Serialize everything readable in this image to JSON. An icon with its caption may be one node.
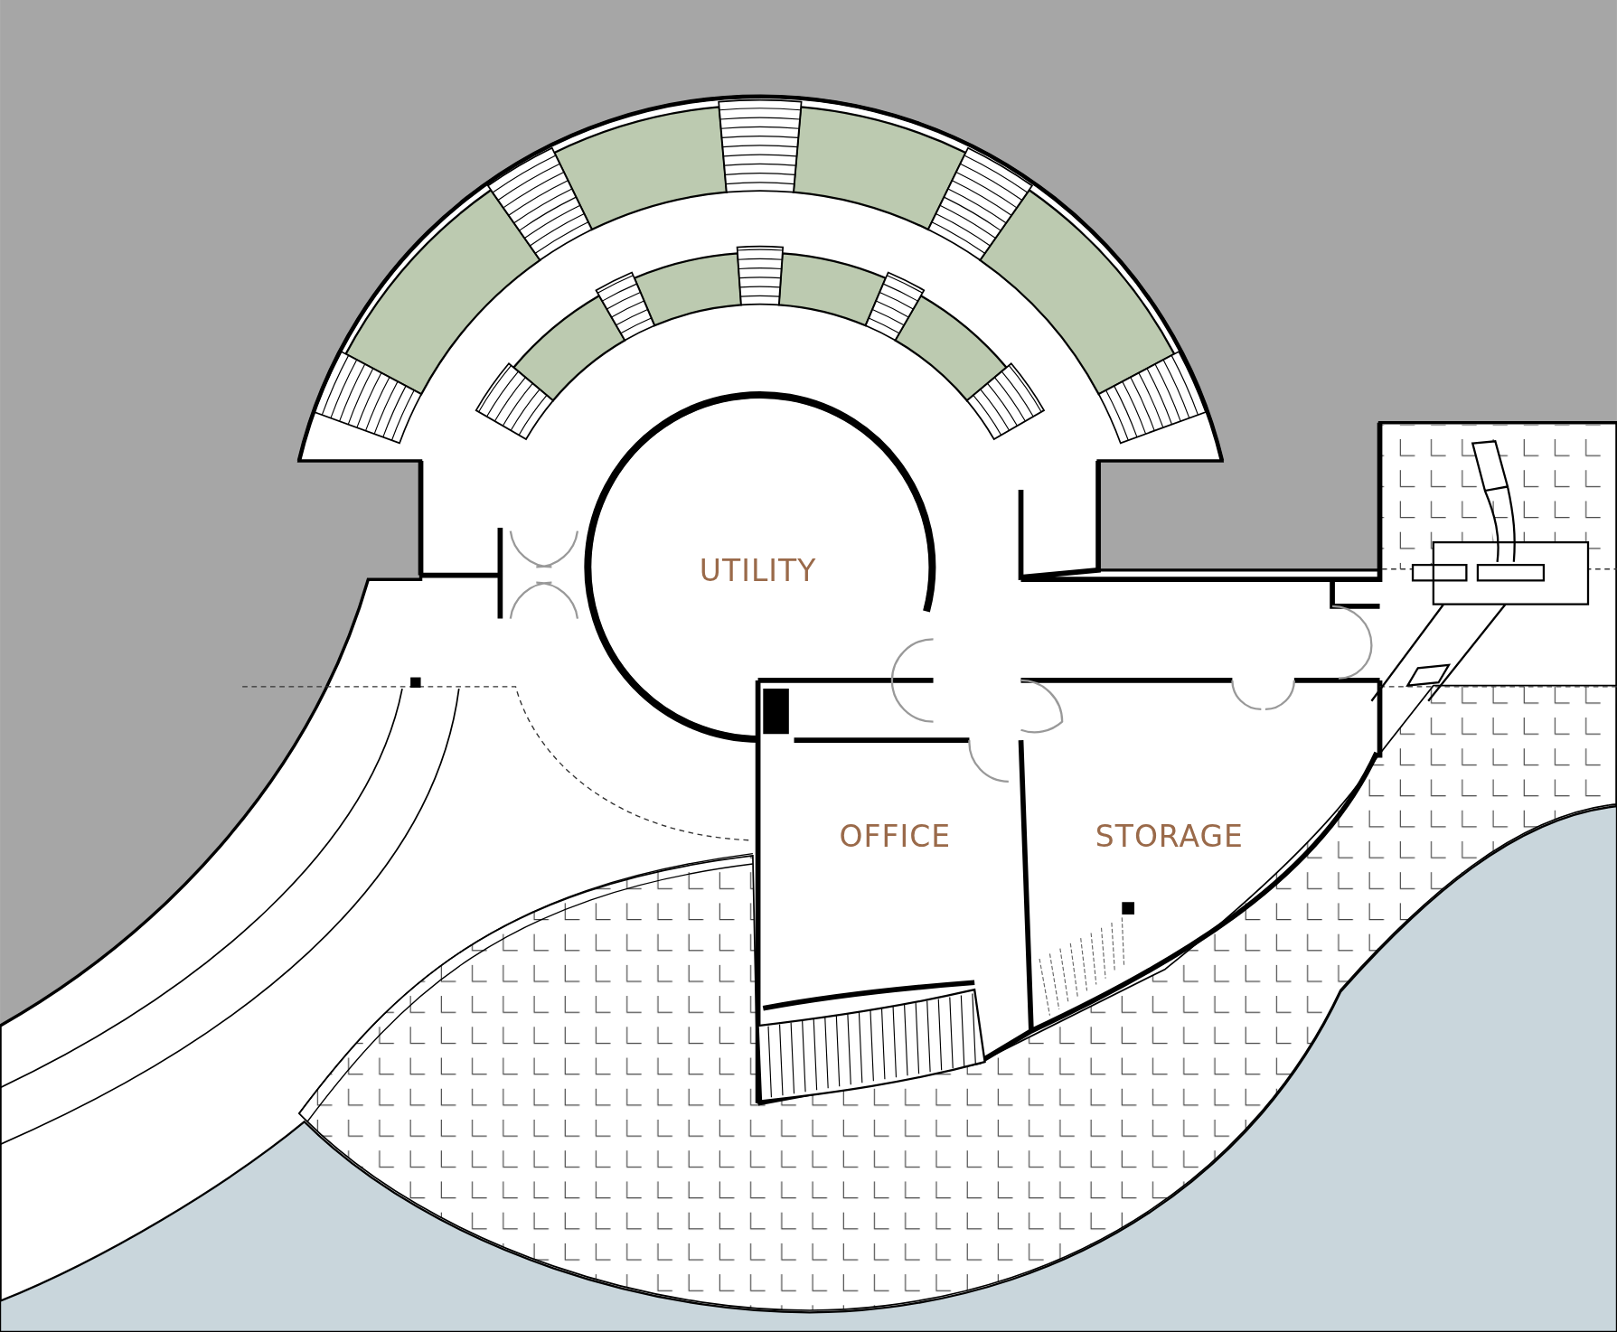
{
  "diagram": {
    "labels": [
      "UTILITY",
      "OFFICE",
      "STORAGE"
    ]
  }
}
